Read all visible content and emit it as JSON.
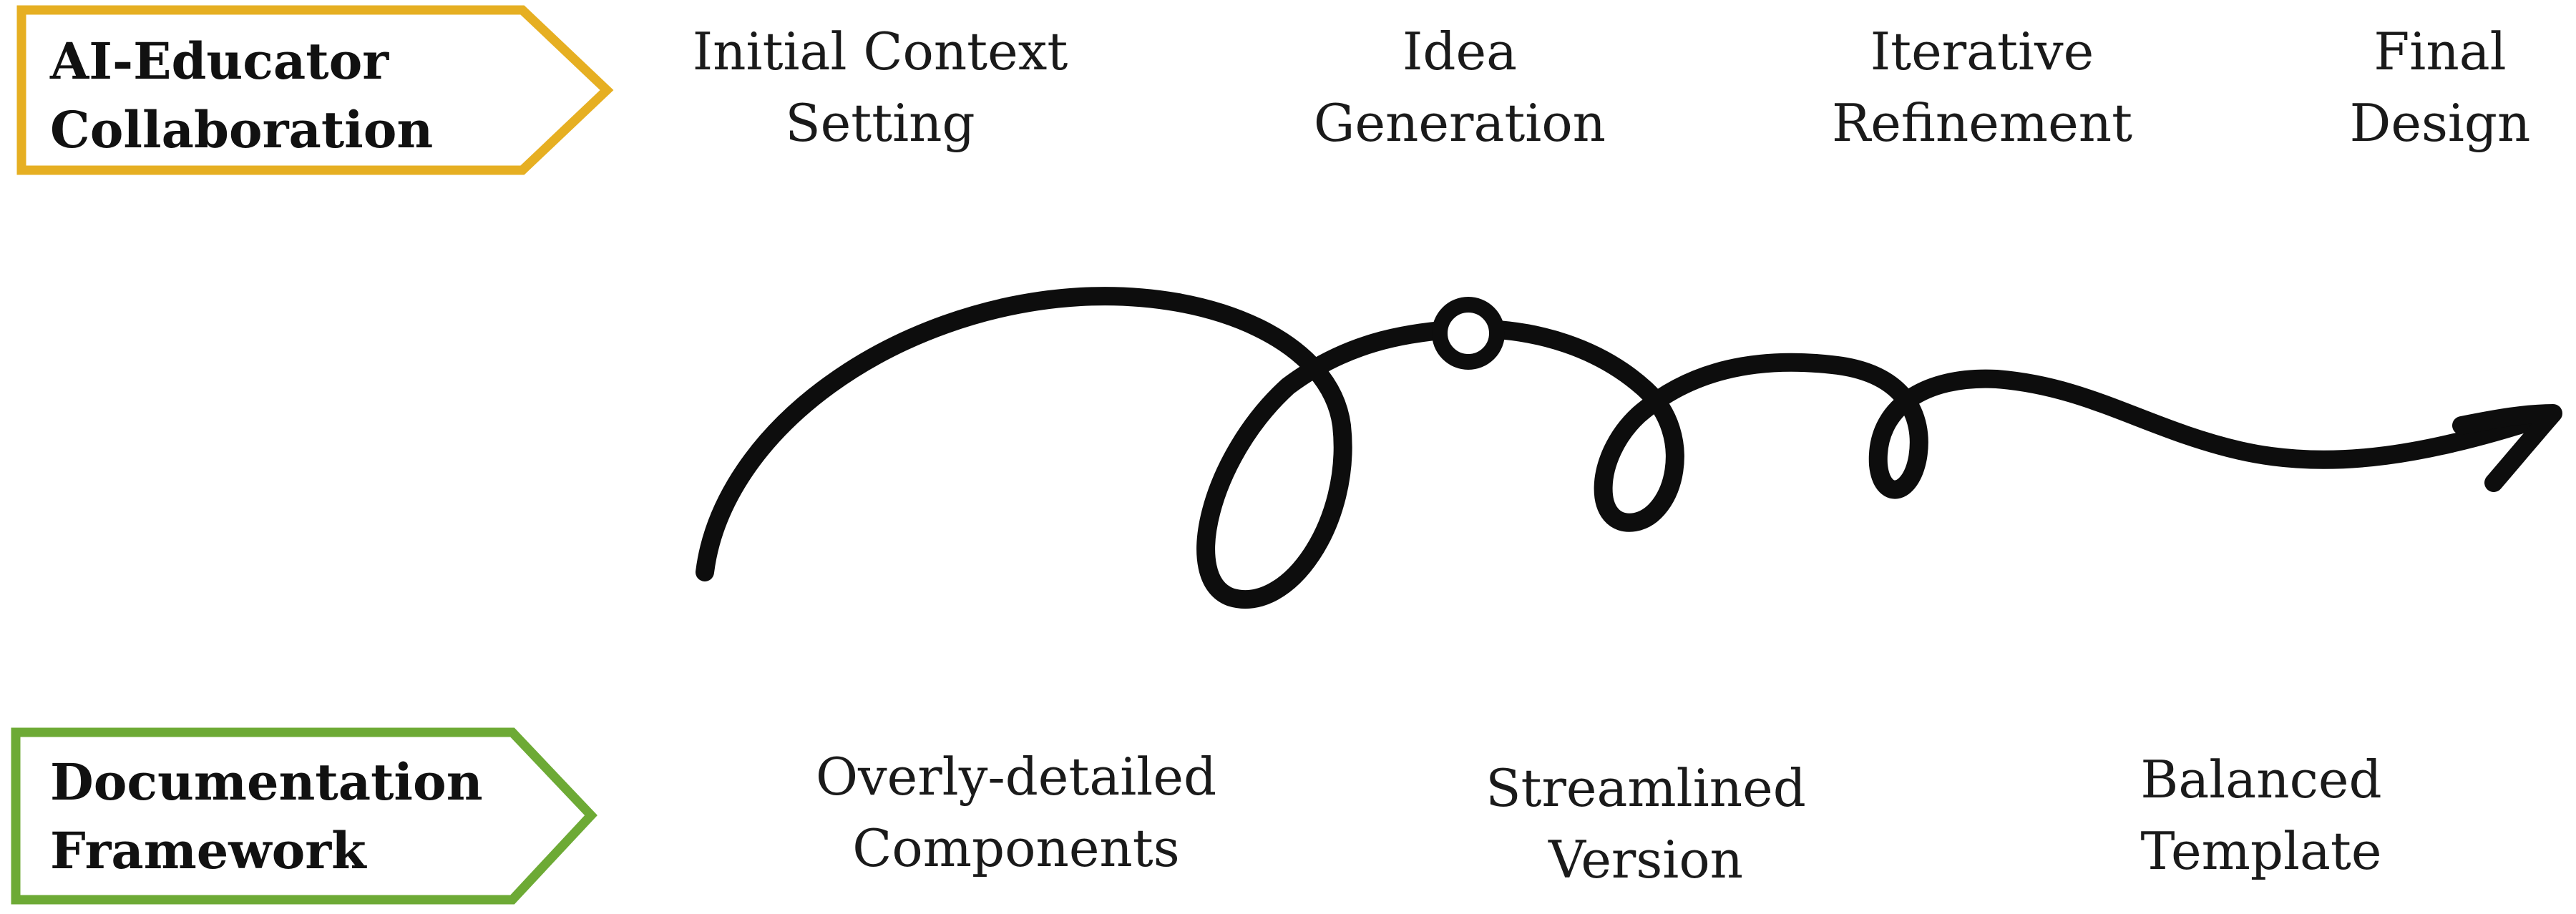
{
  "tags": {
    "collaboration": {
      "label": "AI-Educator\nCollaboration",
      "color": "#E6AF22"
    },
    "documentation": {
      "label": "Documentation\nFramework",
      "color": "#6DAA35"
    }
  },
  "top_stages": [
    {
      "label": "Initial Context\nSetting"
    },
    {
      "label": "Idea\nGeneration"
    },
    {
      "label": "Iterative\nRefinement"
    },
    {
      "label": "Final\nDesign"
    }
  ],
  "bottom_stages": [
    {
      "label": "Overly-detailed\nComponents"
    },
    {
      "label": "Streamlined\nVersion"
    },
    {
      "label": "Balanced\nTemplate"
    }
  ],
  "curve": {
    "color": "#0d0d0d"
  }
}
